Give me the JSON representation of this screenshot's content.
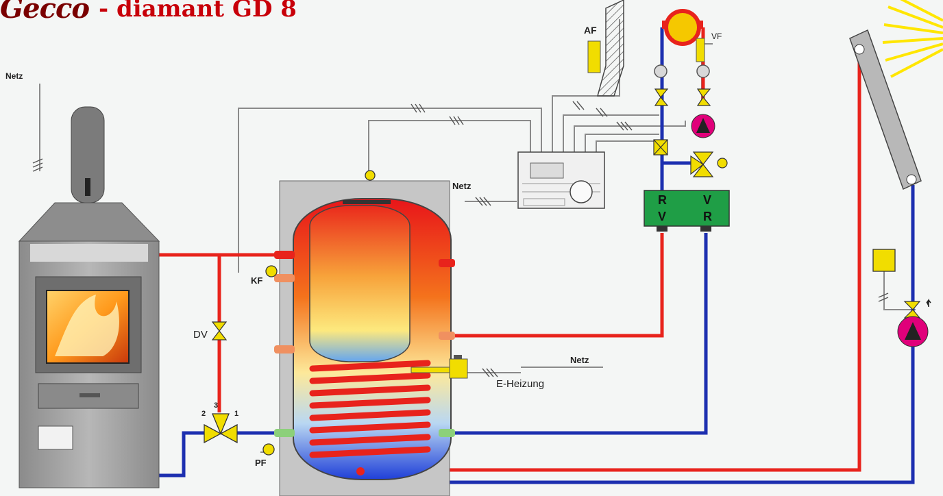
{
  "title": {
    "brand": "Gecco",
    "model": "- diamant GD 8"
  },
  "labels": {
    "netz_top_left": "Netz",
    "netz_controller": "Netz",
    "netz_heater": "Netz",
    "af": "AF",
    "vf": "VF",
    "kf": "KF",
    "pf": "PF",
    "dv": "DV",
    "e_heizung": "E-Heizung",
    "valve_port_1": "1",
    "valve_port_2": "2",
    "valve_port_3": "3"
  },
  "manifold": {
    "left_top": "R",
    "left_bottom": "V",
    "right_top": "V",
    "right_bottom": "R"
  },
  "colors": {
    "hot_pipe": "#e8231c",
    "cold_pipe": "#1c2fb0",
    "signal_wire": "#8a8a8a",
    "pump": "#e0007a",
    "valve": "#f1dd00",
    "manifold": "#1f9e46",
    "sun": "#ffe600"
  }
}
